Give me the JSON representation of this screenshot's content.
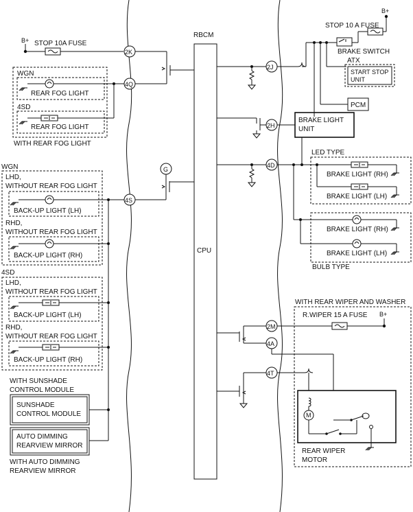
{
  "module": {
    "name": "RBCM",
    "cpu": "CPU"
  },
  "connectors": [
    "2K",
    "4Q",
    "G",
    "4S",
    "2J",
    "2H",
    "4D",
    "2M",
    "4A",
    "4T"
  ],
  "fuses": {
    "stop_left": "STOP 10A  FUSE",
    "stop_right": "STOP 10 A FUSE",
    "wiper": "R.WIPER 15 A FUSE"
  },
  "power": "B+",
  "fog": {
    "wgn": "WGN",
    "sd": "4SD",
    "lamp": "REAR FOG LIGHT",
    "caption": "WITH REAR FOG LIGHT"
  },
  "backup": {
    "wgn": "WGN",
    "sd": "4SD",
    "lhd": [
      "LHD,",
      "WITHOUT REAR FOG LIGHT"
    ],
    "rhd": [
      "RHD,",
      "WITHOUT REAR FOG LIGHT"
    ],
    "lh": "BACK-UP LIGHT (LH)",
    "rh": "BACK-UP LIGHT (RH)"
  },
  "sunshade": {
    "caption": [
      "WITH SUNSHADE",
      "CONTROL MODULE"
    ],
    "box": [
      "SUNSHADE",
      "CONTROL MODULE"
    ]
  },
  "mirror": {
    "box": [
      "AUTO DIMMING",
      "REARVIEW MIRROR"
    ],
    "caption": [
      "WITH AUTO DIMMING",
      "REARVIEW MIRROR"
    ]
  },
  "brake": {
    "switch": "BRAKE SWITCH",
    "atx": "ATX",
    "start_stop": [
      "START STOP",
      "UNIT"
    ],
    "pcm": "PCM",
    "unit": [
      "BRAKE LIGHT",
      "UNIT"
    ],
    "led_type": "LED TYPE",
    "bulb_type": "BULB TYPE",
    "rh": "BRAKE LIGHT (RH)",
    "lh": "BRAKE LIGHT (LH)"
  },
  "wiper": {
    "caption": "WITH REAR WIPER AND WASHER",
    "motor": [
      "REAR WIPER",
      "MOTOR"
    ]
  }
}
